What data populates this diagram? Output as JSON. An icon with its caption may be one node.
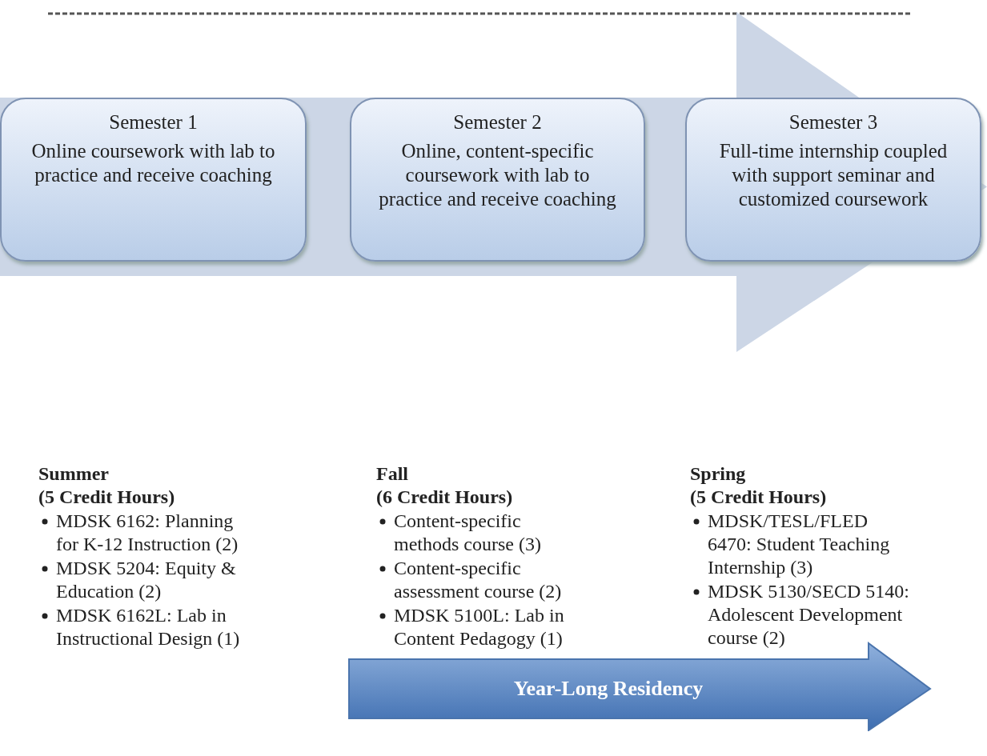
{
  "diagram": {
    "nodes": [
      {
        "text": [
          "Semester 1",
          "Online coursework with lab to practice and receive coaching"
        ]
      },
      {
        "text": [
          "Semester 2",
          "Online, content-specific coursework with lab to practice and receive coaching"
        ]
      },
      {
        "text": [
          "Semester 3",
          "Full-time internship coupled with support seminar and customized coursework"
        ]
      },
      {
        "text": [
          "Year-Long Residency"
        ]
      }
    ],
    "edges": [
      {
        "from": 0,
        "to": 2,
        "arrow": "to"
      }
    ],
    "labels": [
      "Summer",
      "(5 Credit Hours)",
      "MDSK 6162: Planning for K-12 Instruction (2)",
      "MDSK 5204: Equity & Education (2)",
      "MDSK 6162L: Lab in Instructional Design (1)",
      "Fall",
      "(6 Credit Hours)",
      "Content-specific methods course (3)",
      "Content-specific assessment course (2)",
      "MDSK 5100L: Lab in Content Pedagogy (1)",
      "Spring",
      "(5 Credit Hours)",
      "MDSK/TESL/FLED 6470: Student Teaching Internship (3)",
      "MDSK 5130/SECD 5140: Adolescent Development course (2)"
    ]
  }
}
